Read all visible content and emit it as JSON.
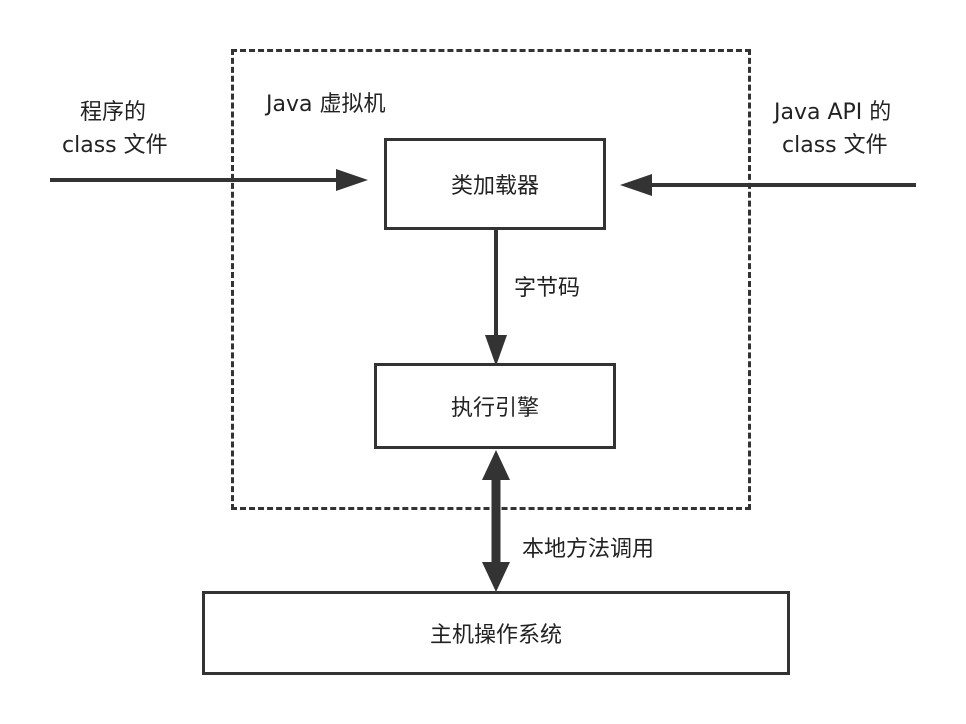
{
  "jvm": {
    "title": "Java 虚拟机"
  },
  "inputs": {
    "left_line1": "程序的",
    "left_line2": "class 文件",
    "right_line1": "Java API 的",
    "right_line2": "class 文件"
  },
  "boxes": {
    "class_loader": "类加载器",
    "execution_engine": "执行引擎",
    "host_os": "主机操作系统"
  },
  "edges": {
    "bytecode": "字节码",
    "native_call": "本地方法调用"
  }
}
